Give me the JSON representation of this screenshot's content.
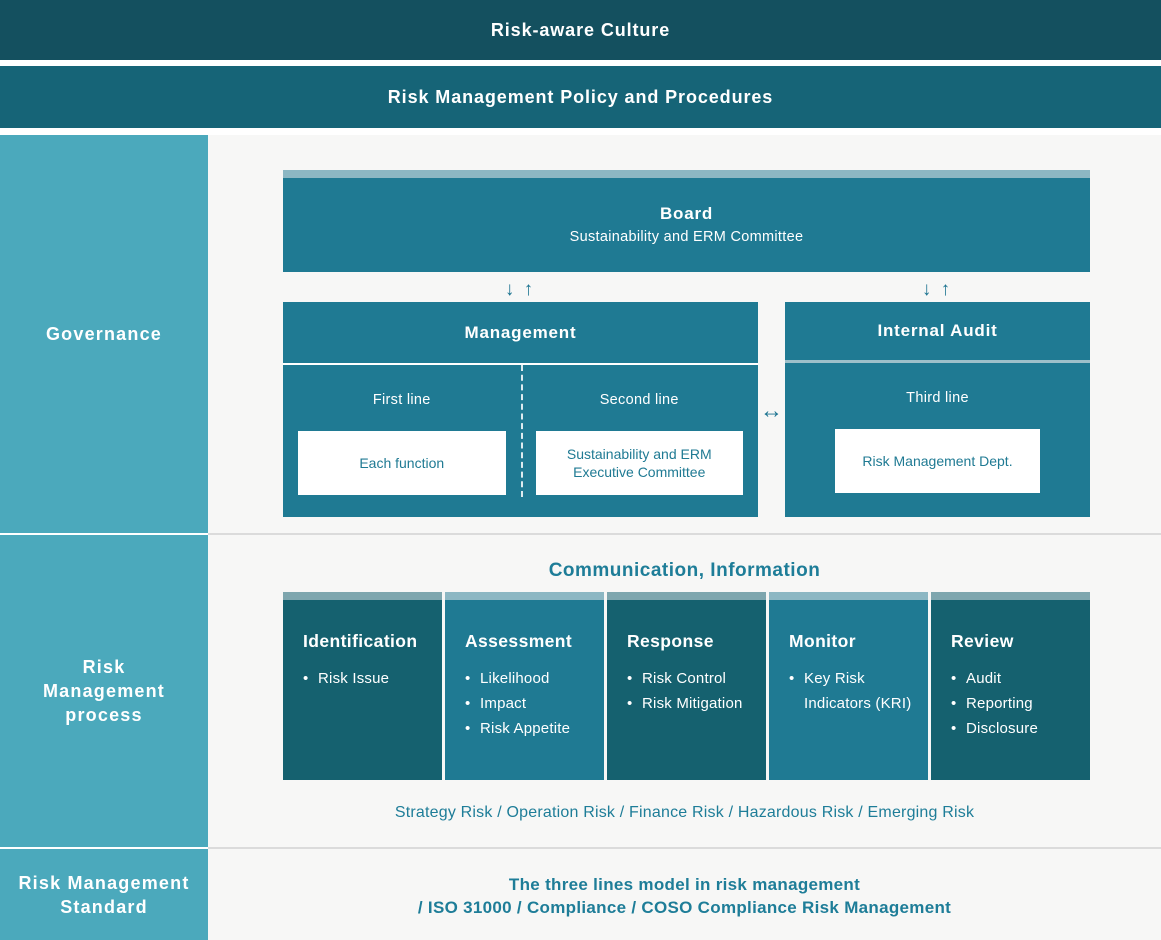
{
  "colors": {
    "top_bar": "#14505F",
    "policy_bar": "#166477",
    "sidebar": "#4BA9BC",
    "main_bg": "#F7F7F6",
    "box_teal": "#1F7A93",
    "dark_teal": "#15616F",
    "strip_light": "#8CB7C3",
    "strip_gray": "#7EA6AE",
    "teal_text": "#1E7D98",
    "arrow": "#1B7390",
    "audit_line": "#9DC0CA"
  },
  "banners": {
    "culture": "Risk-aware Culture",
    "policy": "Risk Management Policy and Procedures"
  },
  "sidebar": {
    "sections": [
      {
        "label": "Governance"
      },
      {
        "label": "Risk Management process"
      },
      {
        "label": "Risk Management Standard"
      }
    ]
  },
  "governance": {
    "board": {
      "title": "Board",
      "subtitle": "Sustainability and ERM Committee"
    },
    "arrows": {
      "down_up": "↓ ↑",
      "left_right": "↔"
    },
    "management": {
      "title": "Management",
      "columns": [
        {
          "line": "First line",
          "box": "Each function"
        },
        {
          "line": "Second line",
          "box": "Sustainability and ERM Executive Committee"
        }
      ]
    },
    "internal_audit": {
      "title": "Internal Audit",
      "line": "Third line",
      "box": "Risk Management Dept."
    }
  },
  "process": {
    "communication": "Communication, Information",
    "columns": [
      {
        "title": "Identification",
        "items": [
          "Risk Issue"
        ]
      },
      {
        "title": "Assessment",
        "items": [
          "Likelihood",
          "Impact",
          "Risk Appetite"
        ]
      },
      {
        "title": "Response",
        "items": [
          "Risk Control",
          "Risk Mitigation"
        ]
      },
      {
        "title": "Monitor",
        "items": [
          "Key Risk Indicators (KRI)"
        ]
      },
      {
        "title": "Review",
        "items": [
          "Audit",
          "Reporting",
          "Disclosure"
        ]
      }
    ],
    "risk_types": "Strategy Risk / Operation Risk / Finance Risk / Hazardous Risk / Emerging Risk"
  },
  "standard": {
    "line1": "The three lines model in risk management",
    "line2": "/ ISO 31000 / Compliance / COSO Compliance Risk Management"
  }
}
